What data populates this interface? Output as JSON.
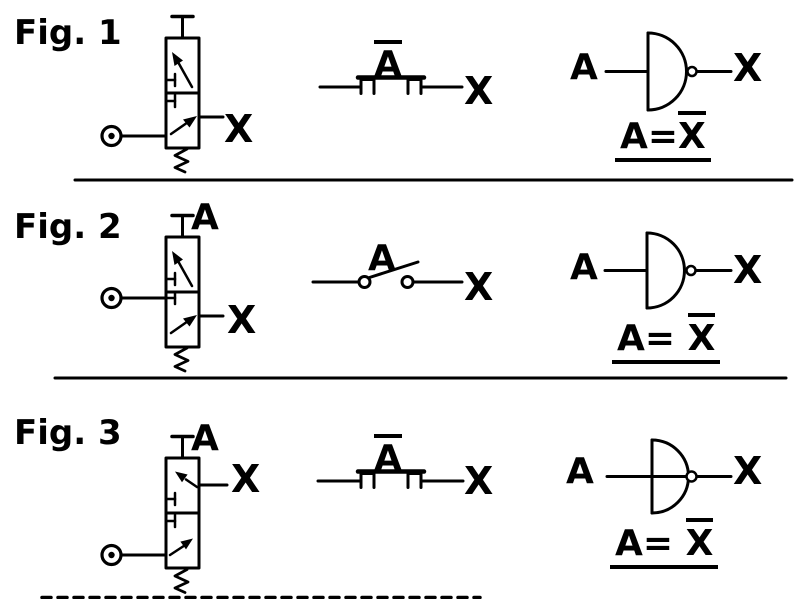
{
  "page": {
    "background": "#ffffff",
    "ink": "#000000",
    "description": "Pneumatic valve, electrical contact and logic-gate equivalents of the NOT (inverter) function"
  },
  "figures": [
    {
      "label": "Fig. 1",
      "valve": {
        "type": "3/2 pushbutton valve, spring return",
        "output_label": "X"
      },
      "switch": {
        "type": "normally-closed pushbutton contact",
        "label": "A",
        "label_negated": true,
        "output_label": "X"
      },
      "gate": {
        "type": "NOT gate (inverter with bubble)",
        "input_label": "A",
        "output_label": "X"
      },
      "equation": {
        "lhs": "A=",
        "rhs": "X",
        "rhs_negated": true
      }
    },
    {
      "label": "Fig. 2",
      "valve": {
        "type": "3/2 pushbutton valve, spring return",
        "actuator_label": "A",
        "output_label": "X"
      },
      "switch": {
        "type": "normally-open switch contact",
        "label": "A",
        "label_negated": false,
        "output_label": "X"
      },
      "gate": {
        "type": "NOT gate (inverter with bubble)",
        "input_label": "A",
        "output_label": "X"
      },
      "equation": {
        "lhs": "A= ",
        "rhs": "X",
        "rhs_negated": true
      }
    },
    {
      "label": "Fig. 3",
      "valve": {
        "type": "3/2 pushbutton valve, spring return",
        "actuator_label": "A",
        "output_label": "X"
      },
      "switch": {
        "type": "normally-closed pushbutton contact",
        "label": "A",
        "label_negated": true,
        "output_label": "X"
      },
      "gate": {
        "type": "NOT gate (inverter with bubble)",
        "input_label": "A",
        "output_label": "X"
      },
      "equation": {
        "lhs": "A= ",
        "rhs": "X",
        "rhs_negated": true
      }
    }
  ]
}
